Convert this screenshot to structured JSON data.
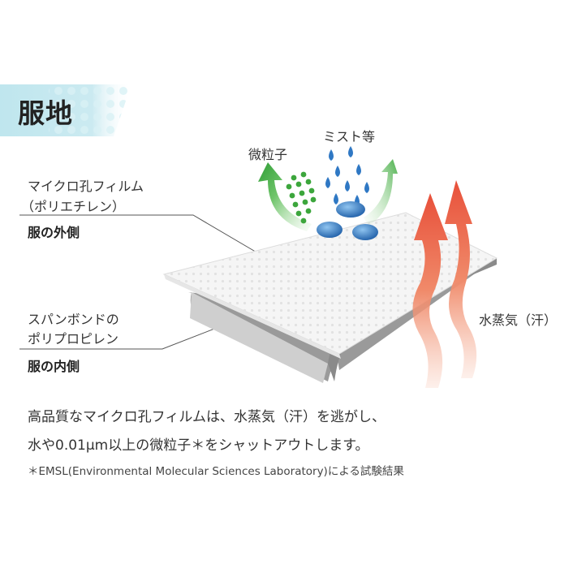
{
  "header": {
    "title": "服地"
  },
  "labels": {
    "outer_film_line1": "マイクロ孔フィルム",
    "outer_film_line2": "（ポリエチレン）",
    "outer_side": "服の外側",
    "inner_material_line1": "スパンボンドの",
    "inner_material_line2": "ポリプロピレン",
    "inner_side": "服の内側",
    "particles": "微粒子",
    "mist": "ミスト等",
    "vapor": "水蒸気（汗）"
  },
  "caption": {
    "line1": "高品質なマイクロ孔フィルムは、水蒸気（汗）を逃がし、",
    "line2": "水や0.01μm以上の微粒子＊をシャットアウトします。"
  },
  "footnote": "＊EMSL(Environmental Molecular Sciences Laboratory)による試験結果",
  "colors": {
    "banner": "#bfe6ee",
    "film": "#f2f2f2",
    "base": "#9a9a9a",
    "particle_green": "#3ca63c",
    "arrow_green": "#3aa83a",
    "water_blue": "#2f78c4",
    "heat_red": "#e8503a"
  }
}
